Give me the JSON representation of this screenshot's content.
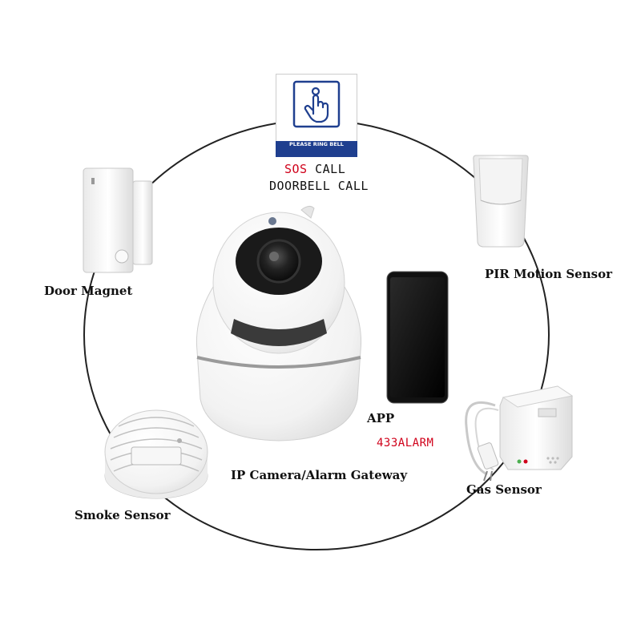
{
  "doorbell": {
    "sign_text": "PLEASE RING BELL",
    "line1_red": "SOS",
    "line1_rest": " CALL",
    "line2": "DOORBELL CALL"
  },
  "labels": {
    "door_magnet": "Door Magnet",
    "pir_sensor": "PIR Motion Sensor",
    "app": "APP",
    "app_sub": "433ALARM",
    "gateway": "IP Camera/Alarm Gateway",
    "smoke": "Smoke Sensor",
    "gas": "Gas Sensor"
  },
  "colors": {
    "accent_red": "#d0021b",
    "sign_blue": "#1f3f8f",
    "ring": "#222222"
  },
  "icons": [
    "finger-press-icon"
  ]
}
